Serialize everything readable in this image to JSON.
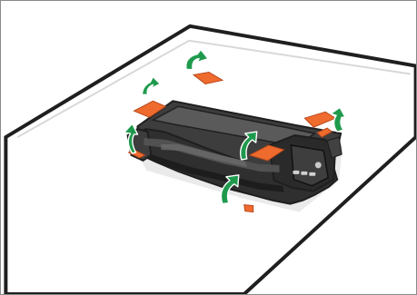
{
  "colors": {
    "outline": "#1f1f1f",
    "sheet_fill": "#ffffff",
    "body": "#3b3b3b",
    "body_dark": "#232323",
    "body_light": "#5d5d5d",
    "tape": "#ef6b2d",
    "arrow_green": "#1f9a4d",
    "arrow_white": "#ffffff"
  },
  "diagram": {
    "objects": [
      {
        "name": "sheet-outline",
        "kind": "paper"
      },
      {
        "name": "toner-cartridge",
        "kind": "printer-consumable"
      },
      {
        "name": "protective-tape",
        "count": 7
      },
      {
        "name": "removal-arrows",
        "count": 6
      }
    ]
  }
}
